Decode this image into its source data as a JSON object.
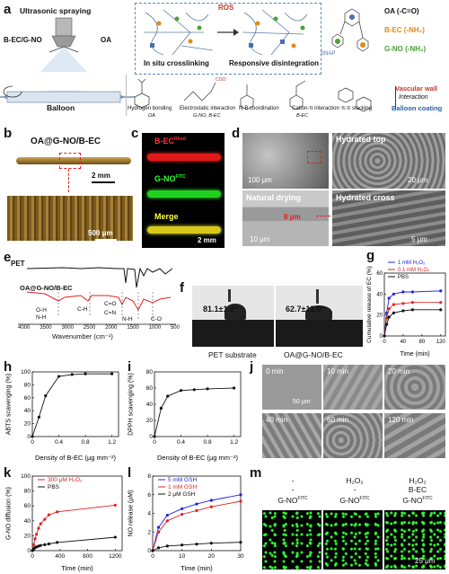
{
  "panels": {
    "a": "a",
    "b": "b",
    "c": "c",
    "d": "d",
    "e": "e",
    "f": "f",
    "g": "g",
    "h": "h",
    "i": "i",
    "j": "j",
    "k": "k",
    "l": "l",
    "m": "m"
  },
  "panel_a": {
    "spray_title": "Ultrasonic spraying",
    "left_reagent": "B-EC/G-NO",
    "right_reagent": "OA",
    "balloon_label": "Balloon",
    "step1": "In situ crosslinking",
    "ros_label": "ROS",
    "step2": "Responsive disintegration",
    "legend": [
      {
        "label": "OA (-C=O)",
        "color": "#111111"
      },
      {
        "label": "B-EC (-NH₂)",
        "color": "#e08a1a"
      },
      {
        "label": "G-NO (-NH₂)",
        "color": "#4aa03a"
      }
    ],
    "snap_label": "SNAP",
    "interactions": [
      {
        "name": "Hydrogen bonding",
        "source": "OA"
      },
      {
        "name": "Electrostatic interaction",
        "source": "G-NO, B-EC"
      },
      {
        "name": "N-B coordination",
        "source": ""
      },
      {
        "name": "Cation-π interaction",
        "source": "B-EC"
      },
      {
        "name": "π-π stacking",
        "source": ""
      }
    ],
    "vascular_wall": "Vascular wall",
    "interaction_word": "Interaction",
    "balloon_coating": "Balloon coating"
  },
  "panel_b": {
    "title": "OA@G-NO/B-EC",
    "scale1": "2 mm",
    "scale2": "500 μm"
  },
  "panel_c": {
    "ch1": "B-EC",
    "ch1_sup": "Rhod",
    "ch2": "G-NO",
    "ch2_sup": "FITC",
    "merge": "Merge",
    "scale": "2 mm"
  },
  "panel_d": {
    "s1": "100 μm",
    "natural": "Natural drying",
    "thickness": "8 μm",
    "s2": "10 μm",
    "top": "Hydrated top",
    "s3": "20 μm",
    "cross": "Hydrated cross",
    "s4": "5 μm"
  },
  "panel_e": {
    "pet": "PET",
    "coating": "OA@G-NO/B-EC",
    "xlabel": "Wavenumber (cm⁻¹)",
    "xticks": [
      "4000",
      "3500",
      "3000",
      "2500",
      "2000",
      "1500",
      "1000",
      "500"
    ],
    "annotations": [
      "O-H",
      "N-H",
      "C-H",
      "C=O",
      "C=N",
      "N-H",
      "C-O"
    ]
  },
  "panel_f": {
    "angle1": "81.1±1.2°",
    "angle2": "62.7±11.0°",
    "sub1": "PET substrate",
    "sub2": "OA@G-NO/B-EC"
  },
  "panel_j": {
    "times": [
      "0 min",
      "10 min",
      "20 min",
      "40 min",
      "60 min",
      "120 min"
    ],
    "scale": "50 μm"
  },
  "panel_m": {
    "col1_top": "-",
    "col1_mid": "-",
    "col1_bot": "G-NO",
    "col2_top": "H₂O₂",
    "col2_mid": "-",
    "col2_bot": "G-NO",
    "col3_top": "H₂O₂",
    "col3_mid": "B-EC",
    "col3_bot": "G-NO",
    "sup": "FITC",
    "scale": "25 μm"
  },
  "chart_data": [
    {
      "id": "g",
      "type": "line",
      "ylabel": "Cumulative release of EC (%)",
      "xlabel": "Time (min)",
      "xlim": [
        0,
        130
      ],
      "ylim": [
        0,
        60
      ],
      "xticks": [
        0,
        40,
        80,
        120
      ],
      "yticks": [
        0,
        20,
        40,
        60
      ],
      "legend": "top-right",
      "series": [
        {
          "name": "1 mM H₂O₂",
          "color": "#2222dd",
          "x": [
            0,
            5,
            10,
            20,
            40,
            60,
            120
          ],
          "y": [
            0,
            22,
            36,
            40,
            42,
            42,
            43
          ]
        },
        {
          "name": "0.1 mM H₂O₂",
          "color": "#dd2222",
          "x": [
            0,
            5,
            10,
            20,
            40,
            60,
            120
          ],
          "y": [
            0,
            17,
            26,
            30,
            31,
            32,
            32
          ]
        },
        {
          "name": "PBS",
          "color": "#111111",
          "x": [
            0,
            5,
            10,
            20,
            40,
            60,
            120
          ],
          "y": [
            0,
            11,
            18,
            22,
            24,
            25,
            25
          ]
        }
      ]
    },
    {
      "id": "h",
      "type": "line",
      "ylabel": "ABTS scavenging (%)",
      "xlabel": "Density of B-EC (μg mm⁻²)",
      "xlim": [
        0,
        1.3
      ],
      "ylim": [
        0,
        100
      ],
      "xticks": [
        0,
        0.4,
        0.8,
        1.2
      ],
      "yticks": [
        0,
        20,
        40,
        60,
        80,
        100
      ],
      "series": [
        {
          "name": "",
          "color": "#111111",
          "x": [
            0,
            0.1,
            0.2,
            0.4,
            0.6,
            0.8,
            1.2
          ],
          "y": [
            0,
            30,
            63,
            93,
            96,
            97,
            97
          ]
        }
      ]
    },
    {
      "id": "i",
      "type": "line",
      "ylabel": "DPPH scavenging (%)",
      "xlabel": "Density of B-EC (μg mm⁻²)",
      "xlim": [
        0,
        1.3
      ],
      "ylim": [
        0,
        80
      ],
      "xticks": [
        0,
        0.4,
        0.8,
        1.2
      ],
      "yticks": [
        0,
        20,
        40,
        60,
        80
      ],
      "series": [
        {
          "name": "",
          "color": "#111111",
          "x": [
            0,
            0.1,
            0.2,
            0.4,
            0.6,
            0.8,
            1.2
          ],
          "y": [
            0,
            35,
            50,
            57,
            58,
            59,
            60
          ]
        }
      ]
    },
    {
      "id": "k",
      "type": "scatter",
      "ylabel": "G-NO diffusion (%)",
      "xlabel": "Time (min)",
      "xlim": [
        0,
        1300
      ],
      "ylim": [
        0,
        100
      ],
      "xticks": [
        0,
        400,
        800,
        1200
      ],
      "yticks": [
        0,
        20,
        40,
        60,
        80,
        100
      ],
      "legend": "top-left",
      "series": [
        {
          "name": "300 μM H₂O₂",
          "color": "#e02020",
          "x": [
            0,
            20,
            40,
            60,
            90,
            120,
            180,
            240,
            360,
            1200
          ],
          "y": [
            0,
            8,
            16,
            22,
            30,
            36,
            42,
            48,
            52,
            61
          ]
        },
        {
          "name": "PBS",
          "color": "#111111",
          "x": [
            0,
            20,
            40,
            60,
            90,
            120,
            180,
            240,
            360,
            1200
          ],
          "y": [
            0,
            2,
            4,
            5,
            6,
            7,
            8,
            9,
            11,
            18
          ]
        }
      ]
    },
    {
      "id": "l",
      "type": "line",
      "ylabel": "NO release (μM)",
      "xlabel": "Time (min)",
      "xlim": [
        0,
        30
      ],
      "ylim": [
        0,
        8
      ],
      "xticks": [
        0,
        10,
        20,
        30
      ],
      "yticks": [
        0,
        2,
        4,
        6,
        8
      ],
      "legend": "top-left",
      "series": [
        {
          "name": "5 mM GSH",
          "color": "#2222dd",
          "x": [
            0,
            2,
            5,
            10,
            15,
            20,
            30
          ],
          "y": [
            0,
            2.5,
            3.8,
            4.5,
            5.0,
            5.4,
            6.0
          ]
        },
        {
          "name": "1 mM GSH",
          "color": "#dd2222",
          "x": [
            0,
            2,
            5,
            10,
            15,
            20,
            30
          ],
          "y": [
            0,
            2.0,
            3.2,
            3.9,
            4.3,
            4.7,
            5.3
          ]
        },
        {
          "name": "2 μM GSH",
          "color": "#111111",
          "x": [
            0,
            2,
            5,
            10,
            15,
            20,
            30
          ],
          "y": [
            0,
            0.3,
            0.5,
            0.6,
            0.7,
            0.8,
            0.9
          ]
        }
      ]
    }
  ]
}
